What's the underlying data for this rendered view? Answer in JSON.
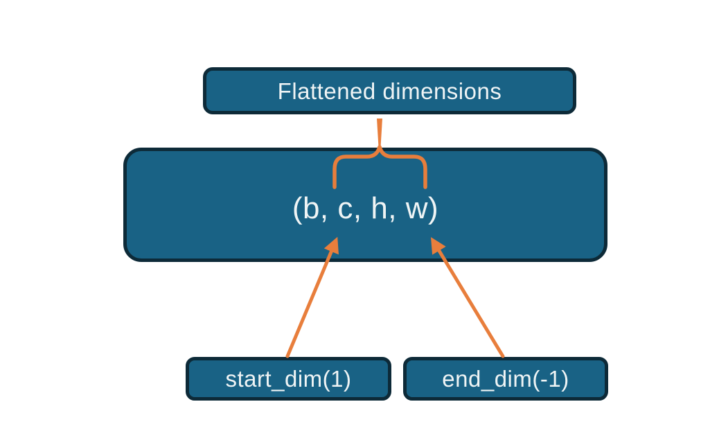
{
  "diagram": {
    "title_box": {
      "label": "Flattened dimensions"
    },
    "main_box": {
      "label": "(b, c, h, w)"
    },
    "param_boxes": [
      {
        "id": "start",
        "label": "start_dim(1)"
      },
      {
        "id": "end",
        "label": "end_dim(-1)"
      }
    ],
    "icons": [
      "brace-up-icon",
      "stem-pointer-icon",
      "start-dim-arrow-icon",
      "end-dim-arrow-icon"
    ],
    "colors": {
      "box_fill": "#196285",
      "box_border": "#0d2a38",
      "accent_orange": "#e87e3c",
      "text_color": "#eff4f5",
      "page_bg": "#ffffff"
    }
  }
}
